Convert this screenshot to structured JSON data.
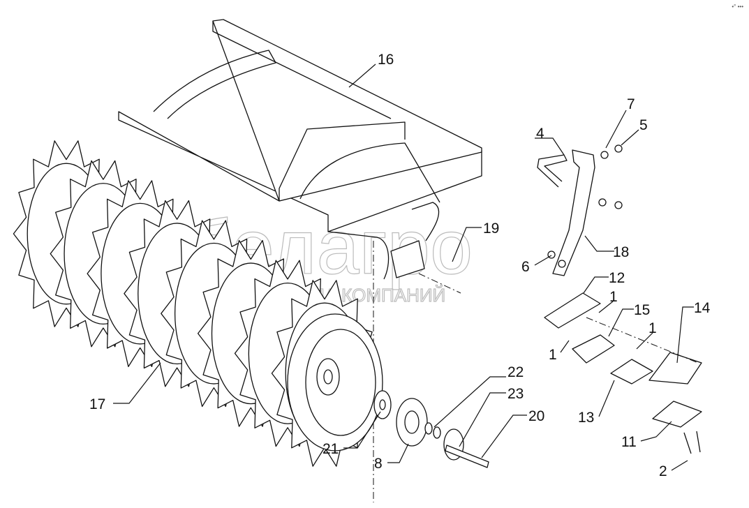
{
  "title": "Parts diagram: spiked roller assembly",
  "watermark": {
    "brand": "белагро",
    "subtitle": "ГРУППА КОМПАНИЙ"
  },
  "corner_mark": "•° •••",
  "callouts": {
    "c16": "16",
    "c7": "7",
    "c5": "5",
    "c4": "4",
    "c19": "19",
    "c18": "18",
    "c6": "6",
    "c12": "12",
    "c1a": "1",
    "c15": "15",
    "c1b": "1",
    "c14": "14",
    "c1c": "1",
    "c13": "13",
    "c11": "11",
    "c2": "2",
    "c17": "17",
    "c21": "21",
    "c8": "8",
    "c22": "22",
    "c23": "23",
    "c20": "20"
  }
}
